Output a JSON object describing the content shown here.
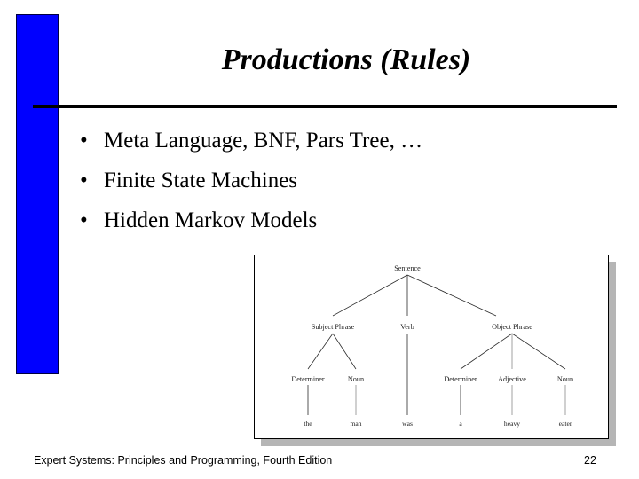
{
  "slide": {
    "title": "Productions (Rules)",
    "bullets": [
      {
        "marker": "•",
        "text": "Meta Language, BNF, Pars Tree, …"
      },
      {
        "marker": "•",
        "text": "Finite State Machines"
      },
      {
        "marker": "•",
        "text": "Hidden Markov Models"
      }
    ],
    "footer": "Expert Systems: Principles and Programming, Fourth Edition",
    "page_number": "22",
    "accent_color": "#0000FF",
    "rule_color": "#000000",
    "background_color": "#FFFFFF"
  },
  "figure": {
    "name": "parse-tree-diagram",
    "tree": {
      "root": "Sentence",
      "level2": [
        "Subject Phrase",
        "Verb",
        "Object Phrase"
      ],
      "level3": [
        "Determiner",
        "Noun",
        "Determiner",
        "Adjective",
        "Noun"
      ],
      "leaves": [
        "the",
        "man",
        "was",
        "a",
        "heavy",
        "eater"
      ]
    },
    "labels": {
      "sentence": "Sentence",
      "subject_phrase": "Subject Phrase",
      "verb": "Verb",
      "object_phrase": "Object Phrase",
      "determiner_1": "Determiner",
      "noun_1": "Noun",
      "determiner_2": "Determiner",
      "adjective": "Adjective",
      "noun_2": "Noun",
      "leaf_the": "the",
      "leaf_man": "man",
      "leaf_was": "was",
      "leaf_a": "a",
      "leaf_heavy": "heavy",
      "leaf_eater": "eater"
    }
  }
}
